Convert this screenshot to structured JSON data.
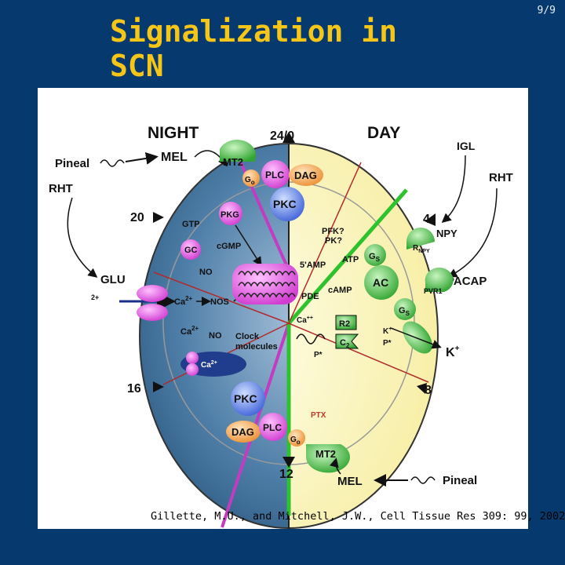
{
  "slide": {
    "title": "Signalization in SCN",
    "page": "9/9"
  },
  "citation": "Gillette, M.U., and Mitchell, J.W., Cell Tissue Res 309: 99, 2002",
  "diagram": {
    "phase_labels": {
      "night": "NIGHT",
      "day": "DAY"
    },
    "clock_hours": {
      "top": "24/0",
      "right": "4",
      "upper_left": "20",
      "lower_left": "16",
      "lower_right": "8",
      "bottom": "12"
    },
    "inputs": {
      "pineal": "Pineal",
      "mel": "MEL",
      "rht": "RHT",
      "glu": "GLU",
      "ca2": "Ca",
      "ca_sup": "2+",
      "igl": "IGL",
      "npy": "NPY",
      "pacap": "PACAP",
      "k": "K",
      "k_sup": "+"
    },
    "receptors": {
      "mt2": "MT2",
      "go": "G",
      "go_sub": "o",
      "plc": "PLC",
      "dag": "DAG",
      "pkc": "PKC",
      "pkg": "PKG",
      "ptx": "PTX"
    },
    "night_molecules": {
      "gtp": "GTP",
      "gc": "GC",
      "cgmp": "cGMP",
      "no": "NO",
      "nos": "NOS",
      "ca2_sup": "2+",
      "ca": "Ca",
      "clock": "Clock",
      "molecules": "molecules"
    },
    "day_molecules": {
      "pfk": "PFK?",
      "pk": "PK?",
      "amp5": "5'AMP",
      "atp": "ATP",
      "gs": "G",
      "gs_sub": "S",
      "rnpy": "R",
      "rnpy_sub": "NPY",
      "ac": "AC",
      "pde": "PDE",
      "camp": "cAMP",
      "pvr1": "PVR1",
      "ca_pp": "Ca",
      "ca_pp_sup": "++",
      "r2": "R2",
      "c2": "C",
      "c2_sub": "2",
      "kp": "K",
      "kp_sup": "+",
      "pstar": "P*"
    }
  },
  "colors": {
    "background": "#063a6e",
    "title": "#f5c518",
    "night": "#2d5f8a",
    "day": "#fbf5c2",
    "magenta": "#dd44dd",
    "green": "#3db83d",
    "blue_pkc": "#5a7ff0",
    "orange": "#f5a84e"
  }
}
